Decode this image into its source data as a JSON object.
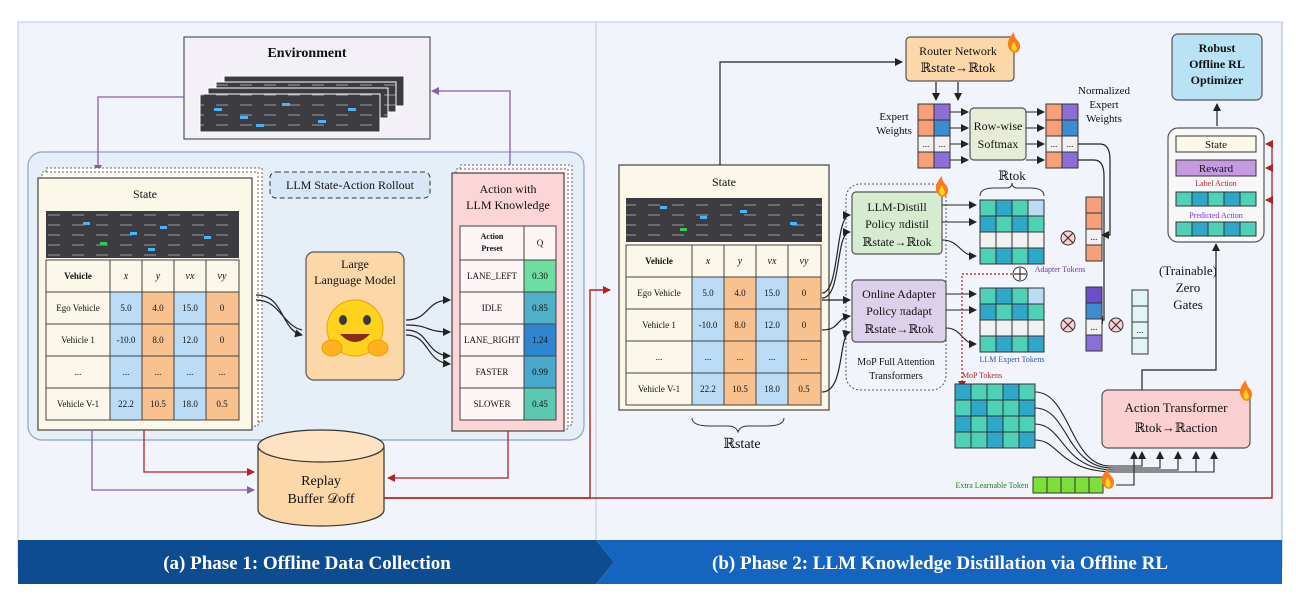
{
  "phase1": {
    "environment": "Environment",
    "state": "State",
    "rollout": "LLM State-Action Rollout",
    "llm_line1": "Large",
    "llm_line2": "Language Model",
    "action_line1": "Action with",
    "action_line2": "LLM Knowledge",
    "action_header1": "Action",
    "action_header2": "Preset",
    "q_header": "Q",
    "actions": [
      {
        "name": "LANE_LEFT",
        "q": "0.30",
        "color": "#6fdca1"
      },
      {
        "name": "IDLE",
        "q": "0.85",
        "color": "#4fb0c8"
      },
      {
        "name": "LANE_RIGHT",
        "q": "1.24",
        "color": "#2f86d0"
      },
      {
        "name": "FASTER",
        "q": "0.99",
        "color": "#4aa8cc"
      },
      {
        "name": "SLOWER",
        "q": "0.45",
        "color": "#5cc8b0"
      }
    ],
    "replay_line1": "Replay",
    "replay_line2": "Buffer 𝒟off"
  },
  "vehicle_table": {
    "headers": [
      "Vehicle",
      "x",
      "y",
      "vx",
      "vy"
    ],
    "rows": [
      [
        "Ego Vehicle",
        "5.0",
        "4.0",
        "15.0",
        "0"
      ],
      [
        "Vehicle 1",
        "-10.0",
        "8.0",
        "12.0",
        "0"
      ],
      [
        "...",
        "...",
        "...",
        "...",
        "..."
      ],
      [
        "Vehicle V-1",
        "22.2",
        "10.5",
        "18.0",
        "0.5"
      ]
    ]
  },
  "phase2": {
    "state": "State",
    "state_space": "ℝstate",
    "router_line1": "Router Network",
    "router_line2": "ℝstate→ℝtok",
    "expert_weights_1": "Expert",
    "expert_weights_2": "Weights",
    "softmax_line1": "Row-wise",
    "softmax_line2": "Softmax",
    "norm_weights_1": "Normalized",
    "norm_weights_2": "Expert",
    "norm_weights_3": "Weights",
    "rtok": "ℝtok",
    "distill_line1": "LLM-Distill",
    "distill_line2": "Policy πdistil",
    "distill_line3": "ℝstate→ℝtok",
    "adapter_line1": "Online Adapter",
    "adapter_line2": "Policy πadapt",
    "adapter_line3": "ℝstate→ℝtok",
    "mop_line1": "MoP Full Attention",
    "mop_line2": "Transformers",
    "adapter_tokens": "Adapter Tokens",
    "llm_expert_tokens": "LLM Expert Tokens",
    "mop_tokens": "MoP Tokens",
    "gates_line1": "(Trainable)",
    "gates_line2": "Zero",
    "gates_line3": "Gates",
    "optimizer_line1": "Robust",
    "optimizer_line2": "Offline RL",
    "optimizer_line3": "Optimizer",
    "batch_state": "State",
    "batch_reward": "Reward",
    "label_action": "Label Action",
    "predicted_action": "Predicted Action",
    "action_tf_line1": "Action Transformer",
    "action_tf_line2": "ℝtok→ℝaction",
    "extra_token": "Extra Learnable Token"
  },
  "banners": {
    "phase1": "(a) Phase 1: Offline Data Collection",
    "phase2": "(b) Phase 2: LLM Knowledge Distillation via Offline RL"
  },
  "colors": {
    "panel_bg": "#f1f5fb",
    "banner": "#0e4c92",
    "orange": "#fcd7a8",
    "pink": "#fbd0d0",
    "green": "#d6ecd0",
    "purple": "#ddd0ea",
    "teal": "#4fd1b8",
    "blue_cell": "#bcdcf5",
    "orange_cell": "#f8c18e",
    "purple_edge": "#8a5ea8",
    "red_edge": "#b22222"
  }
}
